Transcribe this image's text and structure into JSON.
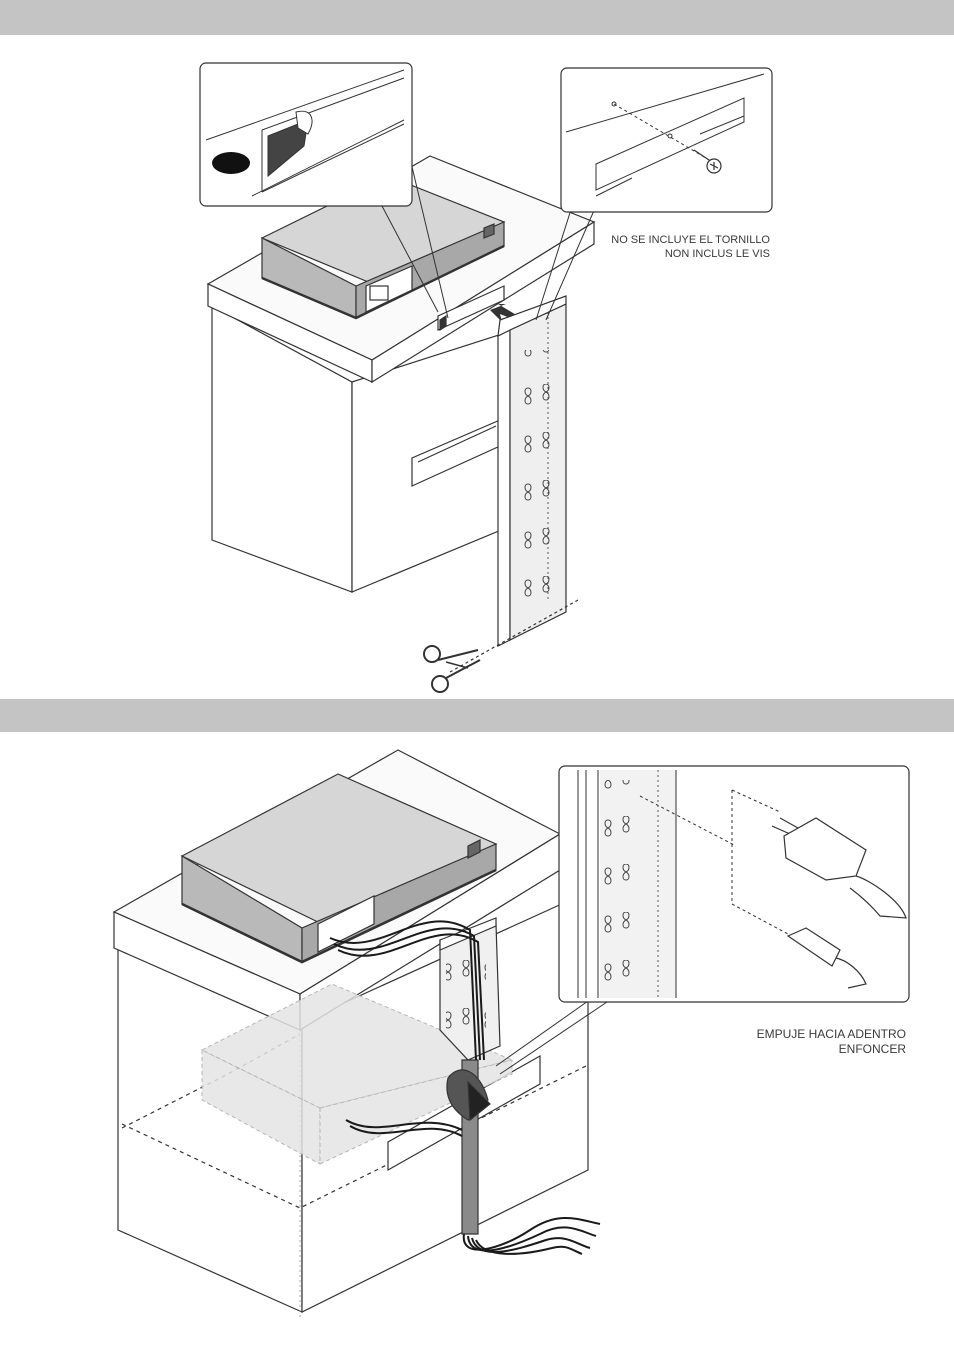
{
  "sections": {
    "step_top": {
      "label": ""
    },
    "step_bottom": {
      "label": ""
    }
  },
  "notes": {
    "screw_not_included_es": "NO SE INCLUYE EL TORNILLO",
    "screw_not_included_fr": "NON INCLUS LE VIS",
    "push_in_es": "EMPUJE HACIA ADENTRO",
    "push_in_fr": "ENFONCER"
  },
  "colors": {
    "band": "#c4c4c4",
    "line": "#333333",
    "device_top": "#d0d0d0",
    "device_front": "#a8a8a8",
    "strip": "#ececec",
    "cable": "#1a1a1a",
    "sleeve": "#7a7a7a"
  },
  "icons": [
    "scissors-icon",
    "arrow-icon",
    "screw-icon",
    "plug-icon",
    "peel-tab-icon"
  ]
}
